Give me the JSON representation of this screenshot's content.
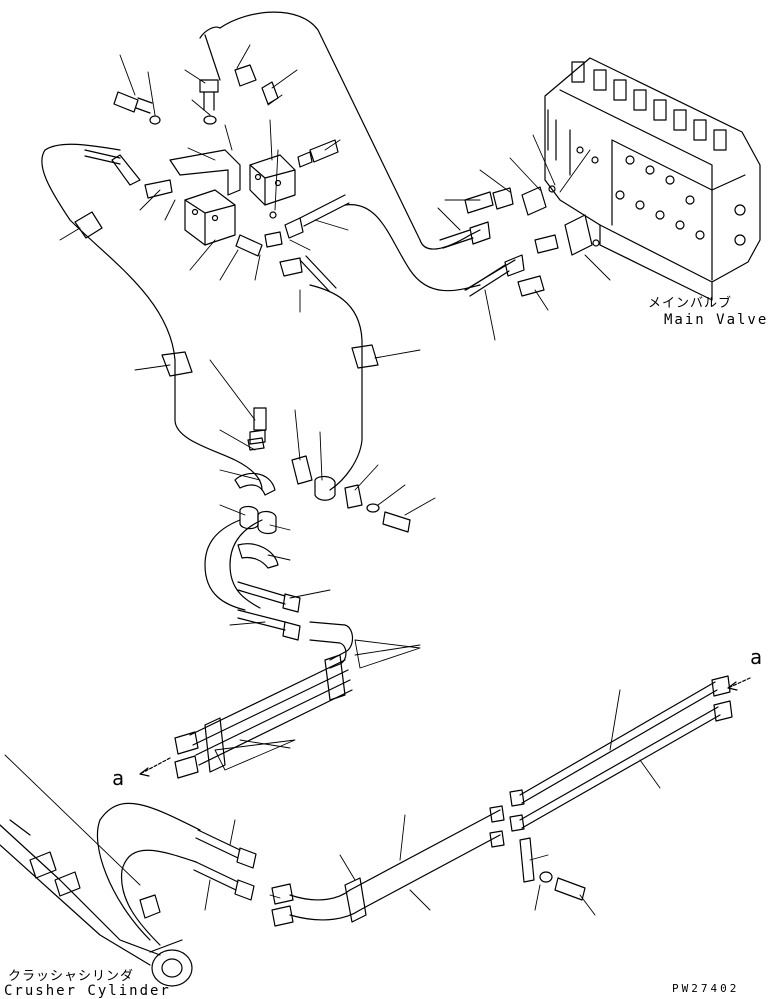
{
  "labels": {
    "main_valve_jp": "メインバルブ",
    "main_valve_en": "Main Valve",
    "crusher_jp": "クラッシャシリンダ",
    "crusher_en": "Crusher Cylinder",
    "ref_a_top": "a",
    "ref_a_left": "a",
    "drawing_code": "PW27402"
  }
}
